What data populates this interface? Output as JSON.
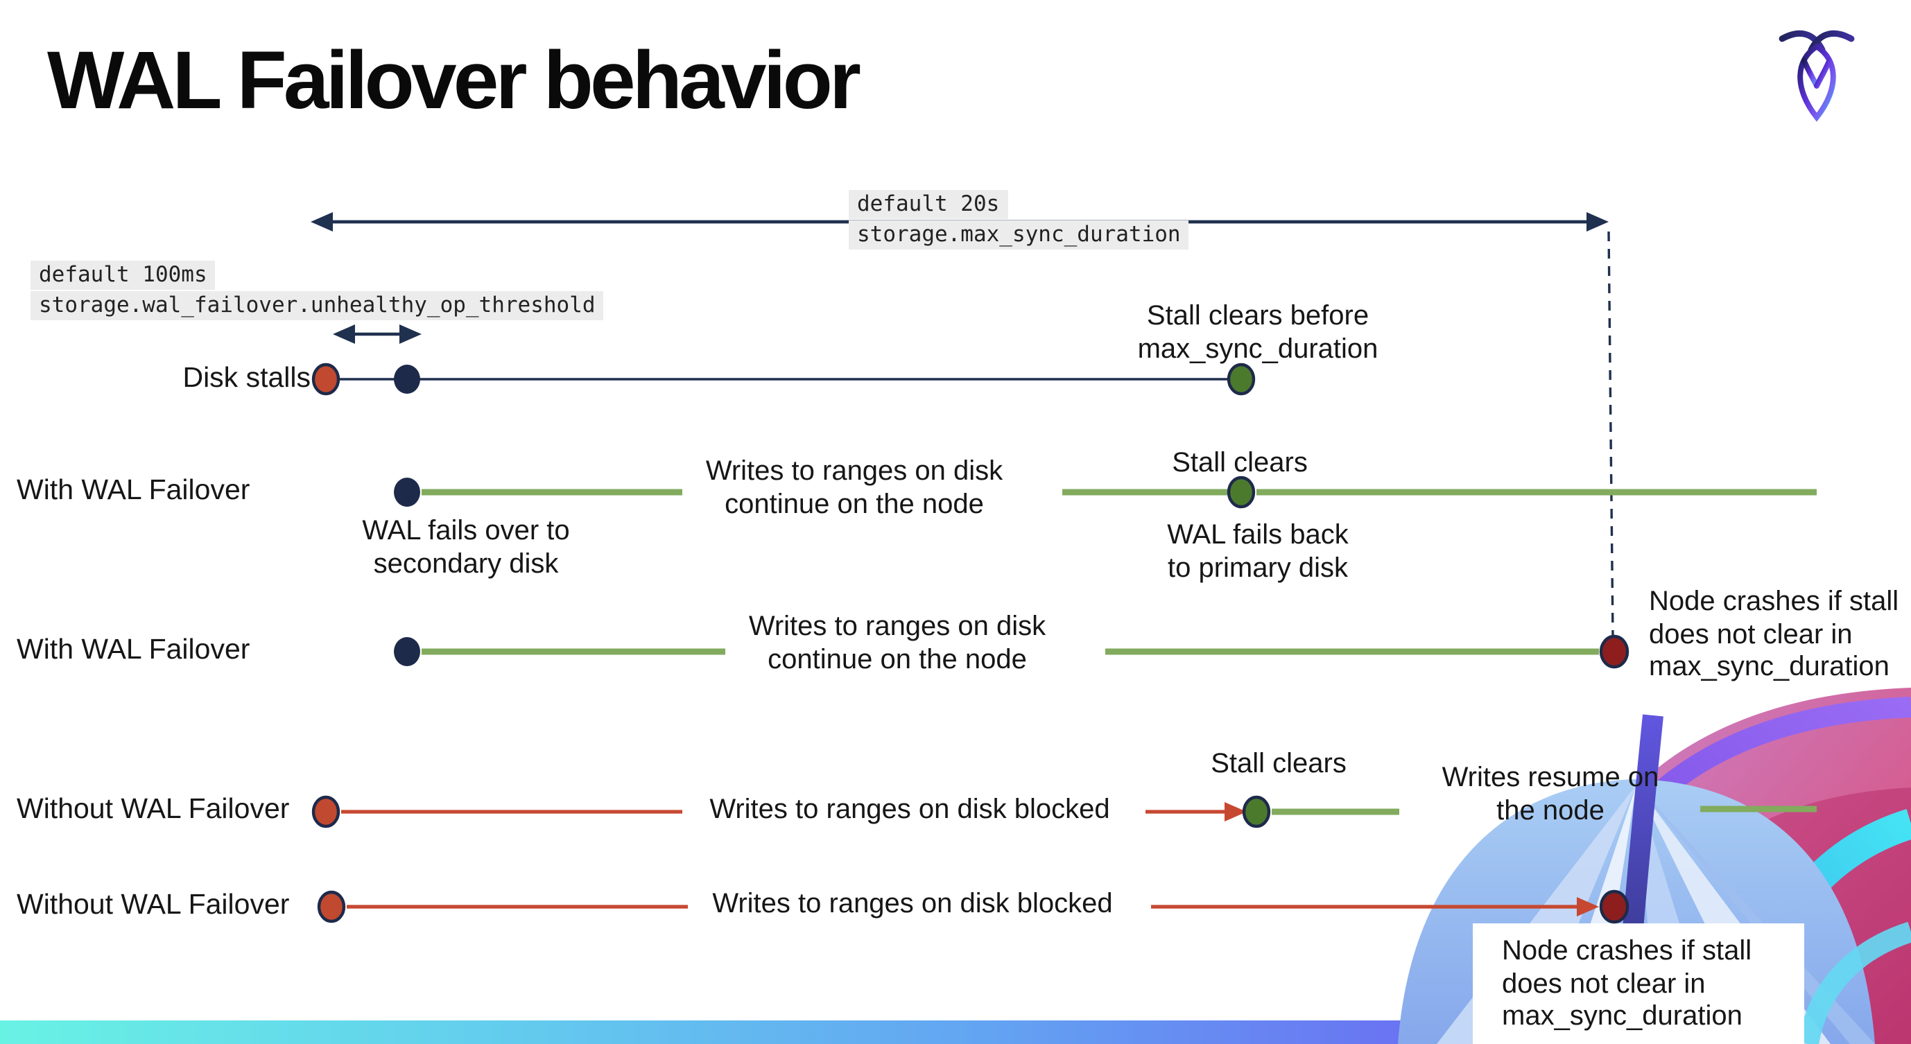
{
  "title": "WAL Failover behavior",
  "logo": "cockroachdb-logo",
  "settings": {
    "max_sync": {
      "default": "default 20s",
      "name": "storage.max_sync_duration"
    },
    "unhealthy_op": {
      "default": "default 100ms",
      "name": "storage.wal_failover.unhealthy_op_threshold"
    }
  },
  "rows": [
    {
      "label": "Disk stalls"
    },
    {
      "label": "With WAL Failover"
    },
    {
      "label": "With WAL Failover"
    },
    {
      "label": "Without WAL Failover"
    },
    {
      "label": "Without WAL Failover"
    }
  ],
  "annotations": {
    "stall_clears_before": "Stall clears before\nmax_sync_duration",
    "wal_fails_over": "WAL fails over to\nsecondary disk",
    "writes_continue": "Writes to ranges on disk\ncontinue on the node",
    "stall_clears": "Stall clears",
    "wal_fails_back": "WAL fails  back\nto primary disk",
    "node_crashes": "Node crashes if stall\ndoes not clear in\nmax_sync_duration",
    "writes_blocked": "Writes to ranges on disk  blocked",
    "writes_resume": "Writes resume on\nthe node"
  },
  "colors": {
    "navy": "#20304f",
    "navy_dot": "#1e2a4a",
    "green_line": "#82ab5e",
    "green_dot": "#4c7a2d",
    "red_line": "#c74831",
    "red_dot": "#c0492f",
    "crash_dot": "#8e1e1e",
    "code_bg": "#ececec",
    "bar_gradient": [
      "#68f2e4",
      "#63cdee",
      "#63a3f2",
      "#7a4df0"
    ]
  }
}
